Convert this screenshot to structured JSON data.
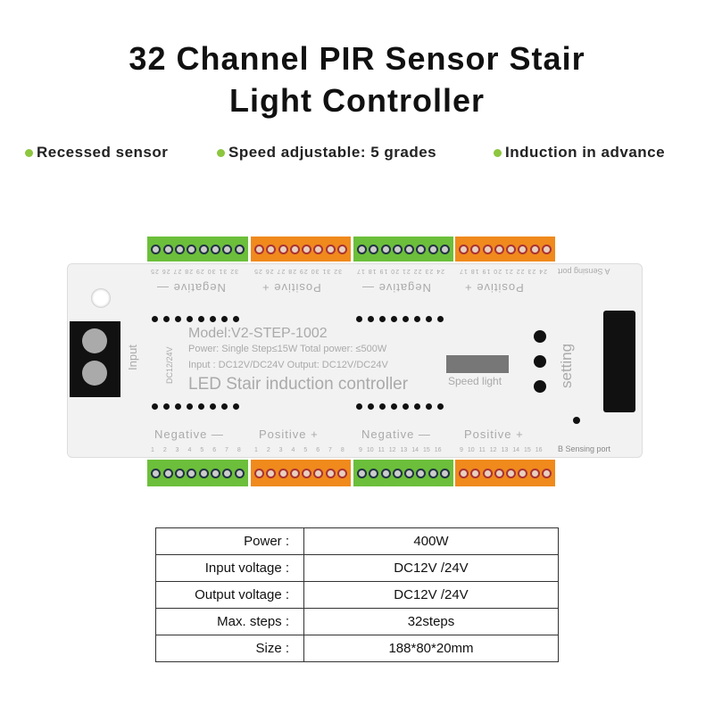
{
  "title": {
    "line1": "32 Channel PIR Sensor Stair",
    "line2": "Light Controller"
  },
  "features": [
    "Recessed sensor",
    "Speed adjustable: 5 grades",
    "Induction in advance"
  ],
  "device": {
    "model": "Model:V2-STEP-1002",
    "power": "Power: Single Step≤15W Total power: ≤500W",
    "io": "Input : DC12V/DC24V Output: DC12V/DC24V",
    "name": "LED Stair induction controller",
    "speed_light": "Speed light",
    "setting": "setting",
    "input_label": "Input",
    "input_volt": "DC12/24V",
    "a_port": "A Sensing port",
    "b_port": "B Sensing port",
    "negative": "Negative —",
    "positive": "Positive +",
    "nums_top_a": "32 31 30 29 28 27 26 25",
    "nums_top_b": "24 23 22 21 20 19 18 17",
    "nums_bot_a": "1 2 3 4 5 6 7 8",
    "nums_bot_b": "9 10 11 12 13 14 15 16"
  },
  "specs": [
    {
      "key": "Power :",
      "value": "400W"
    },
    {
      "key": "Input voltage :",
      "value": "DC12V /24V"
    },
    {
      "key": "Output voltage :",
      "value": "DC12V /24V"
    },
    {
      "key": "Max. steps :",
      "value": "32steps"
    },
    {
      "key": "Size :",
      "value": "188*80*20mm"
    }
  ]
}
